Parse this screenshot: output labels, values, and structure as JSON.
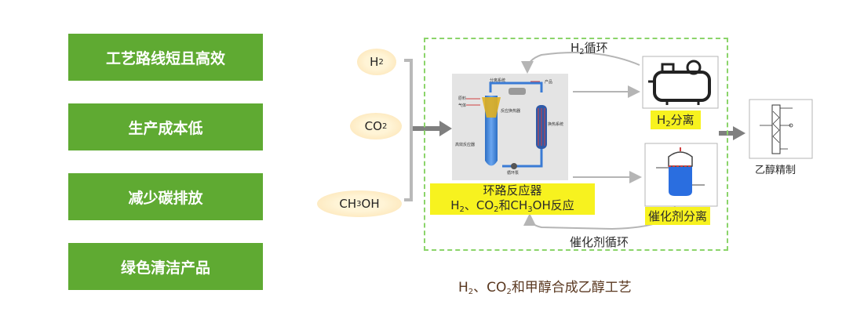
{
  "benefits": [
    "工艺路线短且高效",
    "生产成本低",
    "减少碳排放",
    "绿色清洁产品"
  ],
  "inputs": {
    "h2": {
      "base": "H",
      "sub": "2"
    },
    "co2": {
      "base": "CO",
      "sub": "2"
    },
    "ch3oh": {
      "base": "CH",
      "sub": "3",
      "tail": "OH"
    }
  },
  "h2_loop": {
    "base": "H",
    "sub": "2",
    "tail": "循环"
  },
  "h2_separation": {
    "base": "H",
    "sub": "2",
    "tail": "分离"
  },
  "catalyst_loop": "催化剂循环",
  "catalyst_separation": "催化剂分离",
  "reactor": {
    "title": "环路反应器",
    "line2": {
      "p1": "H",
      "s1": "2",
      "p2": "、CO",
      "s2": "2",
      "p3": "和CH",
      "s3": "3",
      "p4": "OH反应"
    }
  },
  "reactor_diagram_labels": {
    "separator": "分离系统",
    "product": "产品",
    "feed": "原料",
    "gas": "气体",
    "heat_exchanger": "反应换热器",
    "reactor_body": "高效反应器",
    "exchanger_right": "换热系统",
    "pump": "循环泵"
  },
  "purification": "乙醇精制",
  "caption": {
    "p1": "H",
    "s1": "2",
    "p2": "、CO",
    "s2": "2",
    "p3": "和甲醇合成乙醇工艺"
  },
  "colors": {
    "benefit_green": "#5faa32",
    "highlight_yellow": "#f7f21f",
    "arrow_gray": "#7f7f7f",
    "frame_green": "#8bd46a",
    "caption_text": "#5a3820"
  }
}
